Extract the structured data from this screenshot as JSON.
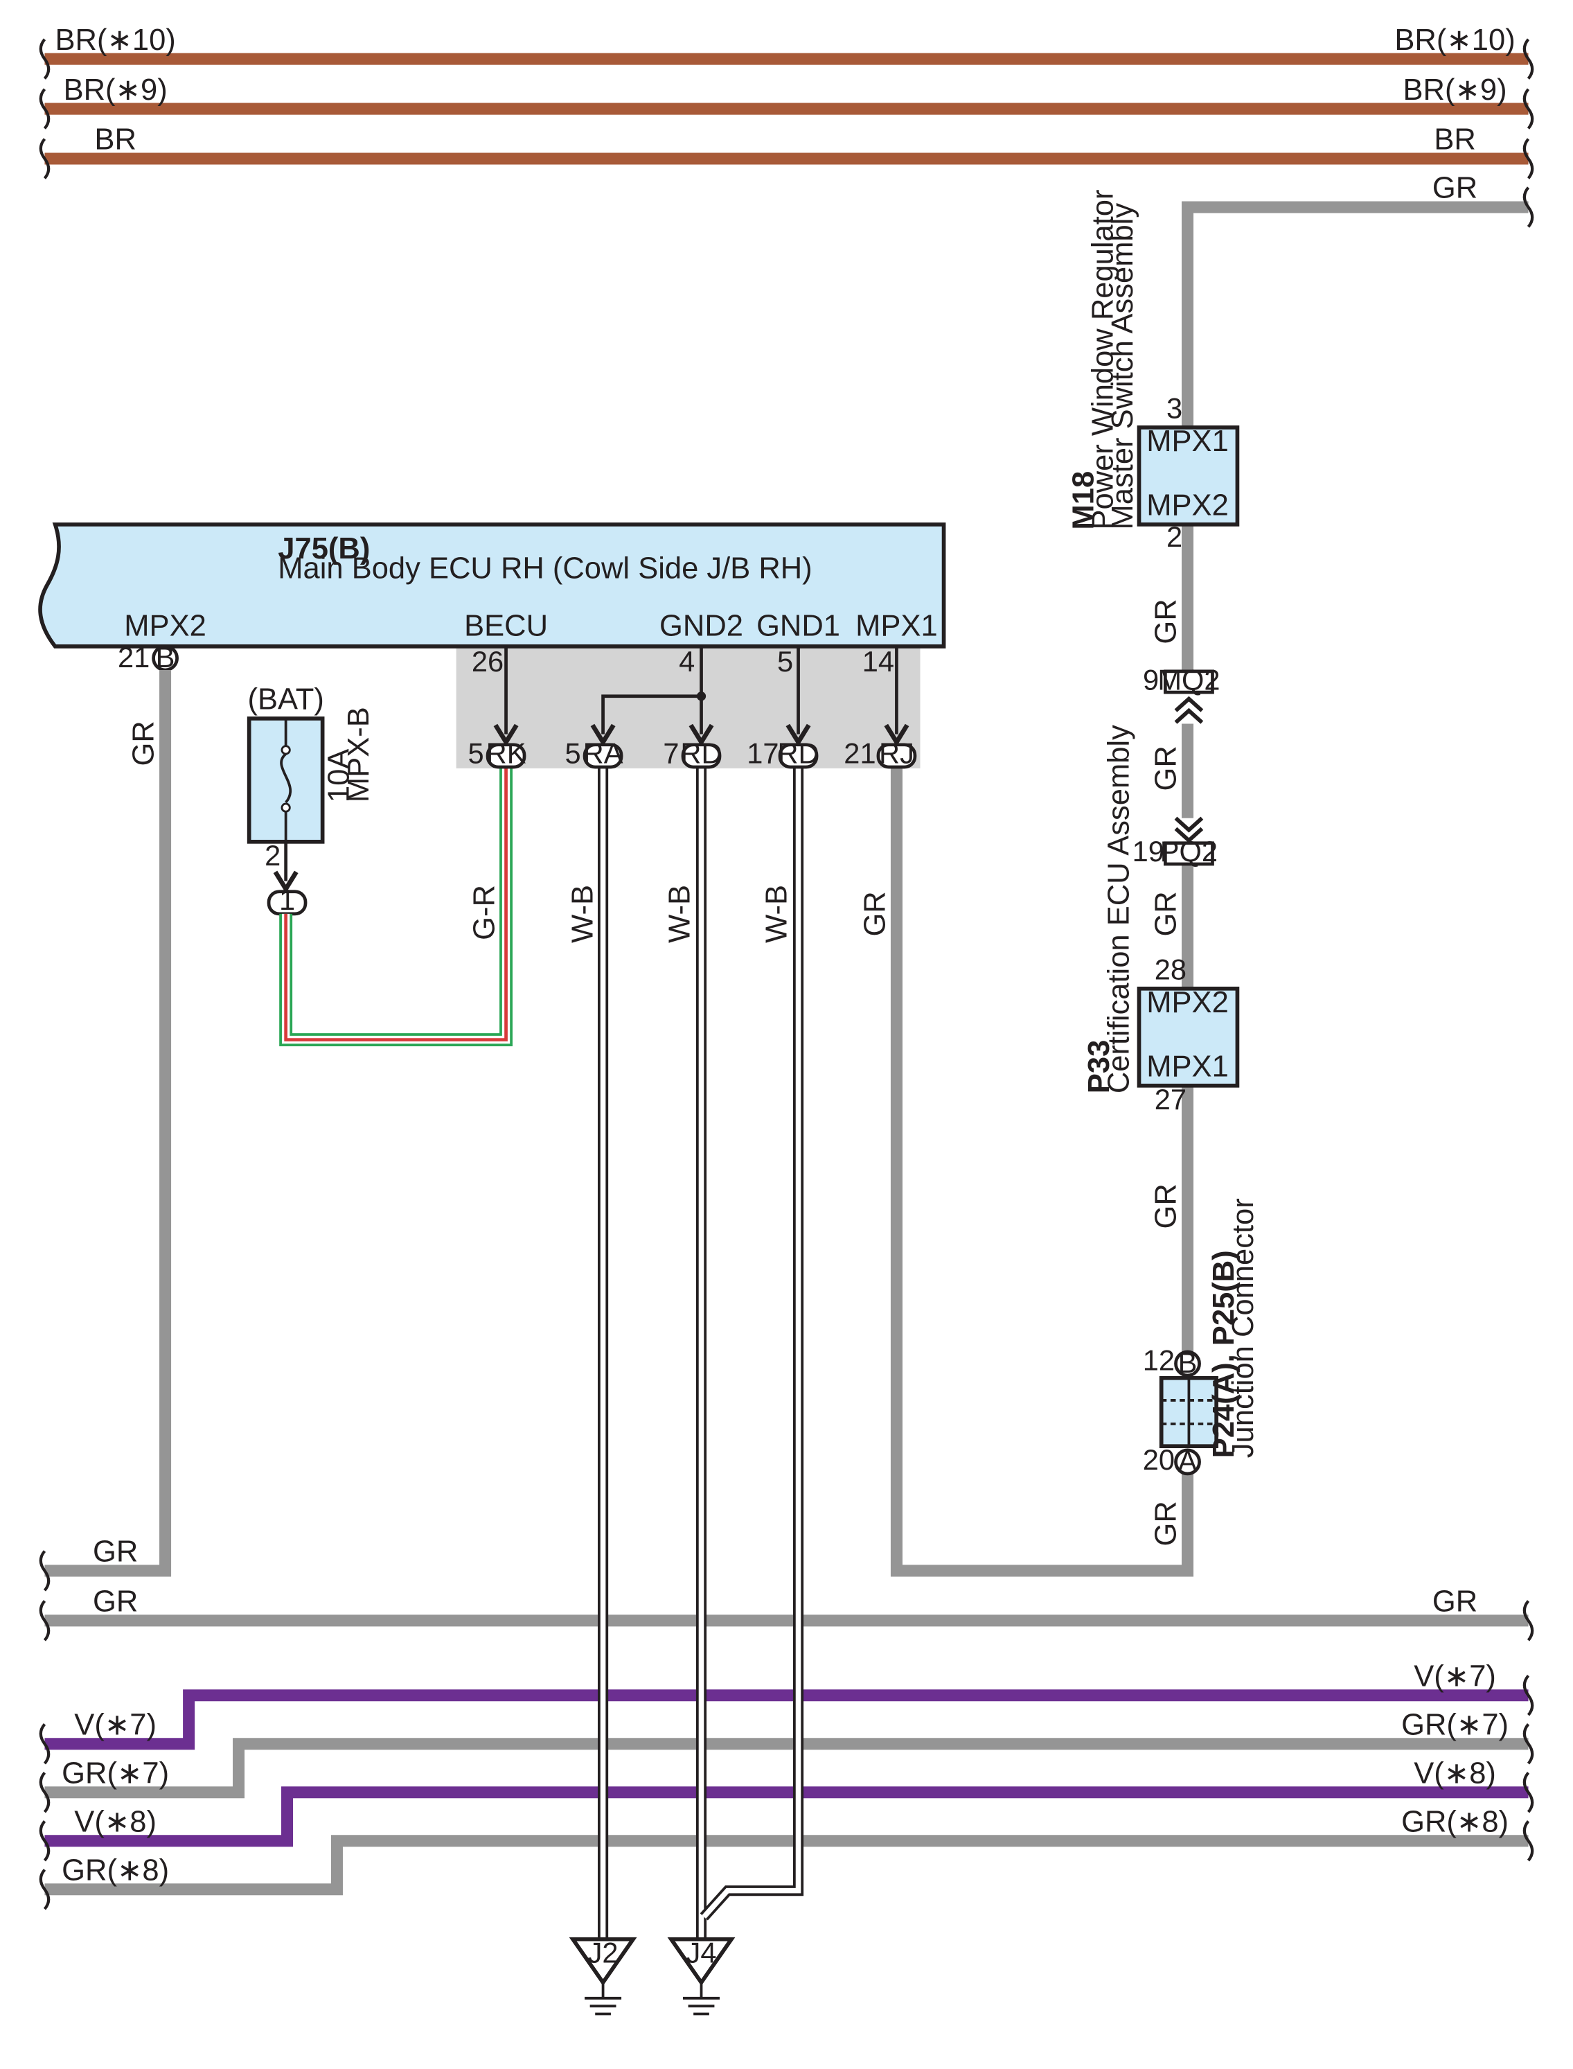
{
  "colors": {
    "brown": "#a85a38",
    "gray": "#959595",
    "violet": "#6c2f91",
    "green": "#2aa655",
    "red": "#d83a3a",
    "ecu_fill": "#cce9f8",
    "connector_area": "#d4d4d4"
  },
  "top_wires": [
    {
      "label_left": "BR(∗10)",
      "label_right": "BR(∗10)"
    },
    {
      "label_left": "BR(∗9)",
      "label_right": "BR(∗9)"
    },
    {
      "label_left": "BR",
      "label_right": "BR"
    }
  ],
  "gr_top_right": "GR",
  "m18": {
    "id": "M18",
    "name_line1": "Power Window Regulator",
    "name_line2": "Master Switch Assembly",
    "pin_top": "3",
    "pin_bottom": "2",
    "term_top": "MPX1",
    "term_bottom": "MPX2"
  },
  "right_wire_labels": [
    "GR",
    "GR",
    "GR",
    "GR",
    "GR"
  ],
  "mq2": {
    "pin": "9",
    "label": "MQ2"
  },
  "pq2": {
    "pin": "19",
    "label": "PQ2"
  },
  "p33": {
    "id": "P33",
    "name": "Certification ECU Assembly",
    "pin_top": "28",
    "pin_bottom": "27",
    "term_top": "MPX2",
    "term_bottom": "MPX1"
  },
  "junction": {
    "id": "P24(A), P25(B)",
    "name": "Junction Connector",
    "pin_b": "12",
    "conn_b": "B",
    "pin_a": "20",
    "conn_a": "A"
  },
  "ecu": {
    "id": "J75(B)",
    "name": "Main Body ECU RH (Cowl Side J/B RH)",
    "terminals": [
      {
        "name": "MPX2",
        "pin": "21"
      },
      {
        "name": "BECU",
        "pin": "26"
      },
      {
        "name": "GND2",
        "pin": "4"
      },
      {
        "name": "GND1",
        "pin": "5"
      },
      {
        "name": "MPX1",
        "pin": "14"
      }
    ],
    "mpx2_connector": "B"
  },
  "inner_connectors": [
    {
      "pin": "5",
      "label": "RK"
    },
    {
      "pin": "5",
      "label": "RA"
    },
    {
      "pin": "7",
      "label": "RD"
    },
    {
      "pin": "17",
      "label": "RD"
    },
    {
      "pin": "21",
      "label": "RJ"
    }
  ],
  "fuse": {
    "source": "(BAT)",
    "rating": "10A",
    "name": "MPX-B",
    "pin": "2",
    "conn": "1"
  },
  "vertical_wire_labels": {
    "mpx2": "GR",
    "becu": "G-R",
    "ra": "W-B",
    "rd7": "W-B",
    "rd17": "W-B",
    "rj": "GR"
  },
  "bottom_wires": [
    {
      "label_left": "GR",
      "label_right": ""
    },
    {
      "label_left": "GR",
      "label_right": "GR"
    },
    {
      "label_left": "V(∗7)",
      "label_right": "V(∗7)"
    },
    {
      "label_left": "GR(∗7)",
      "label_right": "GR(∗7)"
    },
    {
      "label_left": "V(∗8)",
      "label_right": "V(∗8)"
    },
    {
      "label_left": "GR(∗8)",
      "label_right": "GR(∗8)"
    }
  ],
  "grounds": [
    {
      "label": "J2"
    },
    {
      "label": "J4"
    }
  ]
}
